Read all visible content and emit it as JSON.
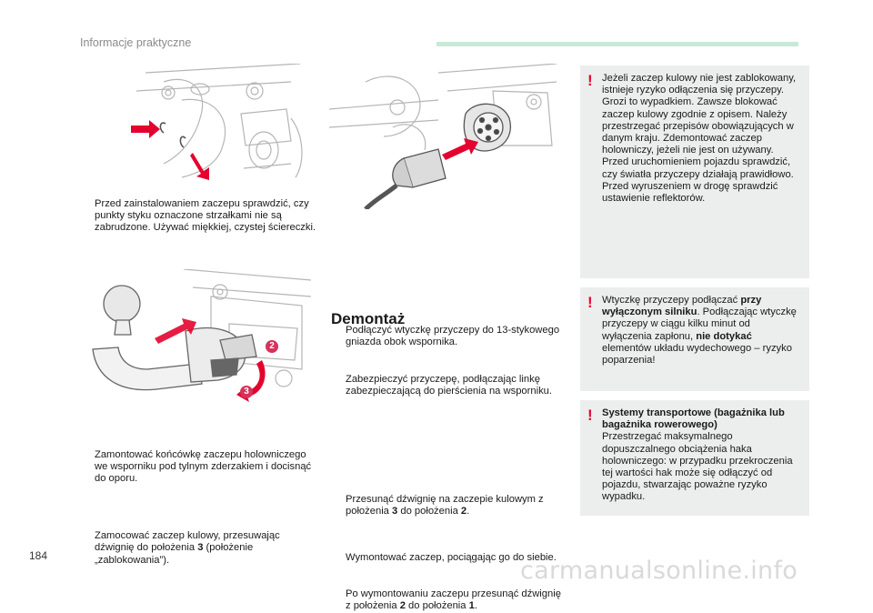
{
  "header": {
    "section_title": "Informacje praktyczne"
  },
  "page_number": "184",
  "watermark": "carmanualsonline.info",
  "col1": {
    "p1": "Przed zainstalowaniem zaczepu sprawdzić, czy punkty styku oznaczone strzałkami nie są zabrudzone. Używać miękkiej, czystej ściereczki.",
    "p2": "Zamontować końcówkę zaczepu holowniczego we wsporniku pod tylnym zderzakiem i docisnąć do oporu.",
    "p3_pre": "Zamocować zaczep kulowy, przesuwając dźwignię do położenia ",
    "p3_bold": "3",
    "p3_post": " (położenie „zablokowania”)."
  },
  "col2": {
    "p1": "Podłączyć wtyczkę przyczepy do 13-stykowego gniazda obok wspornika.",
    "p2": "Zabezpieczyć przyczepę, podłączając linkę zabezpieczającą do pierścienia na wsporniku.",
    "heading": "Demontaż",
    "p3_pre": "Przesunąć dźwignię na zaczepie kulowym z położenia ",
    "p3_b1": "3",
    "p3_mid": " do położenia ",
    "p3_b2": "2",
    "p3_post": ".",
    "p4": "Wymontować zaczep, pociągając go do siebie.",
    "p5_pre": "Po wymontowaniu zaczepu przesunąć dźwignię z położenia ",
    "p5_b1": "2",
    "p5_mid": " do położenia ",
    "p5_b2": "1",
    "p5_post": "."
  },
  "bullet_glyph": "",
  "warnings": {
    "w1": "Jeżeli zaczep kulowy nie jest zablokowany, istnieje ryzyko odłączenia się przyczepy. Grozi to wypadkiem. Zawsze blokować zaczep kulowy zgodnie z opisem. Należy przestrzegać przepisów obowiązujących w danym kraju. Zdemontować zaczep holowniczy, jeżeli nie jest on używany. Przed uruchomieniem pojazdu sprawdzić, czy światła przyczepy działają prawidłowo. Przed wyruszeniem w drogę sprawdzić ustawienie reflektorów.",
    "w2_pre": "Wtyczkę przyczepy podłączać ",
    "w2_b1": "przy wyłączonym silniku",
    "w2_mid": ". Podłączając wtyczkę przyczepy w ciągu kilku minut od wyłączenia zapłonu, ",
    "w2_b2": "nie dotykać",
    "w2_post": " elementów układu wydechowego – ryzyko poparzenia!",
    "w3_bold": "Systemy transportowe (bagażnika lub bagażnika rowerowego)",
    "w3_text": "Przestrzegać maksymalnego dopuszczalnego obciążenia haka holowniczego: w przypadku przekroczenia tej wartości hak może się odłączyć od pojazdu, stwarzając poważne ryzyko wypadku.",
    "excl": "!"
  },
  "figure_labels": {
    "pos2": "2",
    "pos3": "3"
  },
  "colors": {
    "accent_red": "#e4032e",
    "header_bar": "#c6ead7",
    "warn_bg": "#eceeee",
    "label_circle": "#d6325a"
  }
}
